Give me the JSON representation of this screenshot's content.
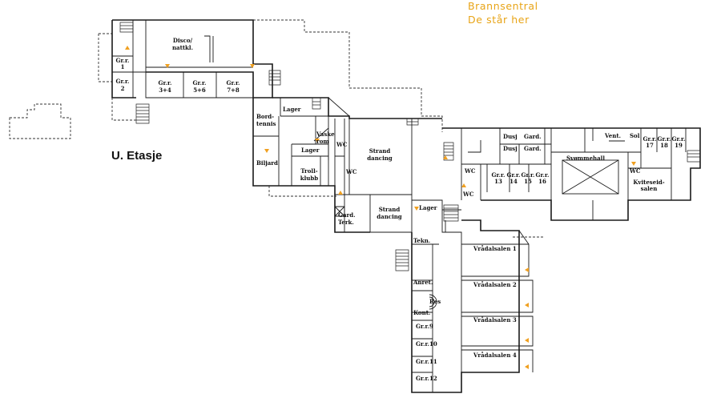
{
  "legend": {
    "line1": "Brannsentral",
    "line2": "De står her"
  },
  "floor_title": "U. Etasje",
  "colors": {
    "walls": "#1a1a1a",
    "legend_text": "#e8a417",
    "alarm_marker": "#f0a020"
  },
  "rooms": {
    "disco": [
      "Disco/",
      "nattkl."
    ],
    "grr1": [
      "Gr.r.",
      "1"
    ],
    "grr2": [
      "Gr.r.",
      "2"
    ],
    "grr34": [
      "Gr.r.",
      "3+4"
    ],
    "grr56": [
      "Gr.r.",
      "5+6"
    ],
    "grr78": [
      "Gr.r.",
      "7+8"
    ],
    "lager_top": "Lager",
    "bordtennis": [
      "Bord-",
      "tennis"
    ],
    "vaskerom": [
      "Vaske",
      "rom"
    ],
    "wc_a": "WC",
    "lager_mid": "Lager",
    "strand1": [
      "Strand",
      "dancing"
    ],
    "biljard": "Biljard",
    "trollklubb": [
      "Troll-",
      "klubb"
    ],
    "wc_b": "WC",
    "gardterk": [
      "Gard.",
      "Terk."
    ],
    "strand2": [
      "Strand",
      "dancing"
    ],
    "lager_low": "Lager",
    "dusj1": "Dusj",
    "gard1": "Gard.",
    "dusj2": "Dusj",
    "gard2": "Gard.",
    "vent": "Vent.",
    "sol": "Sol",
    "grr17": [
      "Gr.r.",
      "17"
    ],
    "grr18": [
      "Gr.r.",
      "18"
    ],
    "grr19": [
      "Gr.r.",
      "19"
    ],
    "svommehall": "Svømmehall",
    "wc_c": "WC",
    "grr13": [
      "Gr.r.",
      "13"
    ],
    "grr14": [
      "Gr.r.",
      "14"
    ],
    "grr15": [
      "Gr.r.",
      "15"
    ],
    "grr16": [
      "Gr.r.",
      "16"
    ],
    "wc_d": "WC",
    "wc_e": "WC",
    "aktivitetssalen": [
      "Kviteseid-",
      "salen"
    ],
    "tekn": "Tekn.",
    "anret": "Anret.",
    "res": "Res",
    "kont": "Kont.",
    "grr9": "Gr.r.9",
    "grr10": "Gr.r.10",
    "grr11": "Gr.r.11",
    "grr12": "Gr.r.12",
    "vradal1": "Vrådalsalen  1",
    "vradal2": "Vrådalsalen  2",
    "vradal3": "Vrådalsalen  3",
    "vradal4": "Vrådalsalen  4"
  }
}
